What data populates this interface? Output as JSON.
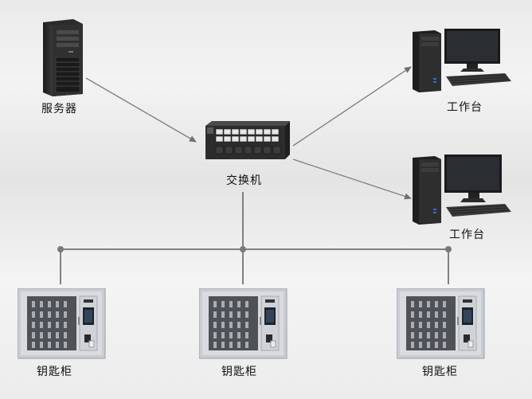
{
  "nodes": {
    "server": {
      "label": "服务器",
      "icon": "server-tower-icon"
    },
    "switch": {
      "label": "交换机",
      "icon": "network-switch-icon"
    },
    "workstation_1": {
      "label": "工作台",
      "icon": "desktop-computer-icon"
    },
    "workstation_2": {
      "label": "工作台",
      "icon": "desktop-computer-icon"
    },
    "key_cabinet_1": {
      "label": "钥匙柜",
      "icon": "key-cabinet-icon"
    },
    "key_cabinet_2": {
      "label": "钥匙柜",
      "icon": "key-cabinet-icon"
    },
    "key_cabinet_3": {
      "label": "钥匙柜",
      "icon": "key-cabinet-icon"
    }
  },
  "edges": [
    {
      "from": "server",
      "to": "switch",
      "style": "arrow"
    },
    {
      "from": "switch",
      "to": "workstation_1",
      "style": "arrow"
    },
    {
      "from": "switch",
      "to": "workstation_2",
      "style": "arrow"
    },
    {
      "from": "switch",
      "to": "key_cabinet_1",
      "style": "bus"
    },
    {
      "from": "switch",
      "to": "key_cabinet_2",
      "style": "bus"
    },
    {
      "from": "switch",
      "to": "key_cabinet_3",
      "style": "bus"
    }
  ],
  "colors": {
    "line": "#808080",
    "arrow": "#707070",
    "device_dark": "#2a2a2a",
    "cabinet_panel": "#b9bcc0"
  }
}
